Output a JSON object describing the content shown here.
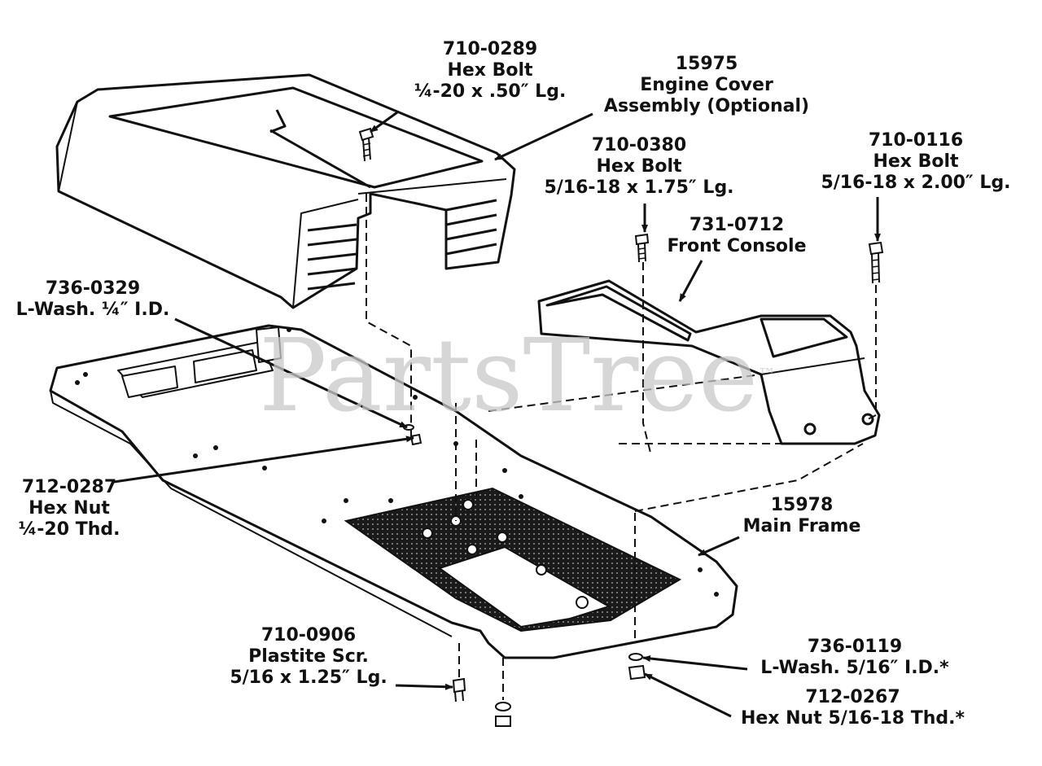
{
  "watermark": {
    "text": "PartsTree",
    "mark": "™"
  },
  "callouts": [
    {
      "id": "hex-bolt-710-0289",
      "lines": [
        "710-0289",
        "Hex Bolt",
        "¼-20 x .50″ Lg."
      ]
    },
    {
      "id": "engine-cover-15975",
      "lines": [
        "15975",
        "Engine Cover",
        "Assembly (Optional)"
      ]
    },
    {
      "id": "hex-bolt-710-0380",
      "lines": [
        "710-0380",
        "Hex Bolt",
        "5/16-18 x 1.75″ Lg."
      ]
    },
    {
      "id": "hex-bolt-710-0116",
      "lines": [
        "710-0116",
        "Hex Bolt",
        "5/16-18 x 2.00″ Lg."
      ]
    },
    {
      "id": "front-console-731-0712",
      "lines": [
        "731-0712",
        "Front Console"
      ]
    },
    {
      "id": "lock-washer-736-0329",
      "lines": [
        "736-0329",
        "L-Wash. ¼″ I.D."
      ]
    },
    {
      "id": "hex-nut-712-0287",
      "lines": [
        "712-0287",
        "Hex Nut",
        "¼-20 Thd."
      ]
    },
    {
      "id": "main-frame-15978",
      "lines": [
        "15978",
        "Main Frame"
      ]
    },
    {
      "id": "plastite-screw-710-0906",
      "lines": [
        "710-0906",
        "Plastite Scr.",
        "5/16 x 1.25″ Lg."
      ]
    },
    {
      "id": "lock-washer-736-0119",
      "lines": [
        "736-0119",
        "L-Wash. 5/16″ I.D.*"
      ]
    },
    {
      "id": "hex-nut-712-0267",
      "lines": [
        "712-0267",
        "Hex Nut 5/16-18 Thd.*"
      ]
    }
  ]
}
